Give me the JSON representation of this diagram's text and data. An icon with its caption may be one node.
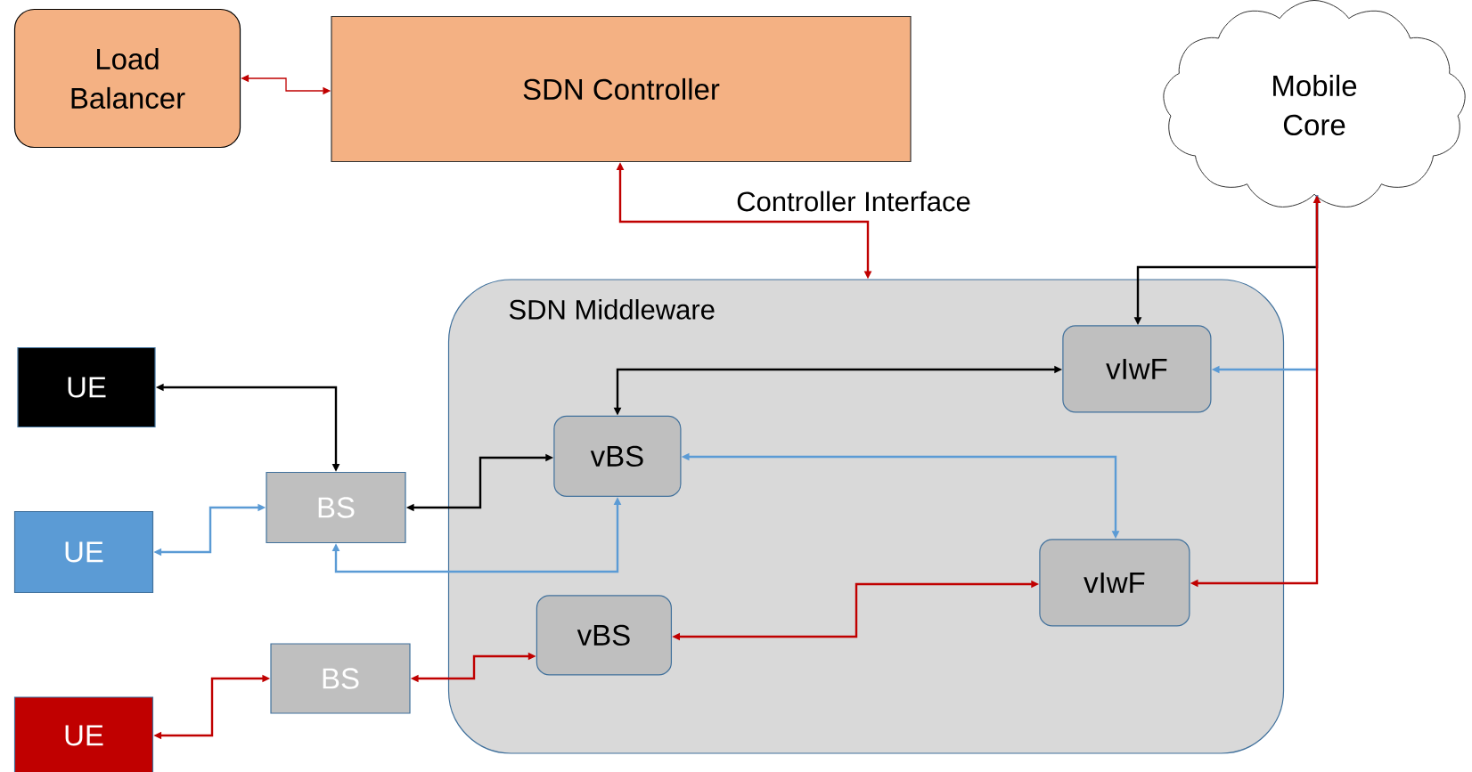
{
  "diagram": {
    "nodes": [
      {
        "text": [
          "Load Balancer"
        ]
      },
      {
        "text": [
          "SDN Controller"
        ]
      },
      {
        "text": [
          "Mobile Core"
        ]
      },
      {
        "text": [
          "SDN Middleware"
        ]
      },
      {
        "text": [
          "vIwF"
        ],
        "in": 3
      },
      {
        "text": [
          "UE"
        ]
      },
      {
        "text": [
          "vBS"
        ],
        "in": 3
      },
      {
        "text": [
          "BS"
        ]
      },
      {
        "text": [
          "UE"
        ]
      },
      {
        "text": [
          "vIwF"
        ],
        "in": 3
      },
      {
        "text": [
          "vBS"
        ],
        "in": 3
      },
      {
        "text": [
          "BS"
        ]
      },
      {
        "text": [
          "UE"
        ]
      }
    ],
    "edges": [
      {
        "from": 0,
        "to": 1,
        "arrow": "both"
      },
      {
        "from": 1,
        "to": 3,
        "arrow": "both",
        "label": "Controller Interface"
      },
      {
        "from": 5,
        "to": 7,
        "arrow": "both",
        "color": "#000000"
      },
      {
        "from": 7,
        "to": 6,
        "arrow": "both",
        "color": "#000000"
      },
      {
        "from": 6,
        "to": 4,
        "arrow": "both",
        "color": "#000000"
      },
      {
        "from": 8,
        "to": 7,
        "arrow": "both",
        "color": "#5b9bd5"
      },
      {
        "from": 7,
        "to": 6,
        "arrow": "both",
        "color": "#5b9bd5"
      },
      {
        "from": 6,
        "to": 9,
        "arrow": "both",
        "color": "#5b9bd5"
      },
      {
        "from": 12,
        "to": 11,
        "arrow": "both"
      },
      {
        "from": 11,
        "to": 10,
        "arrow": "both"
      },
      {
        "from": 10,
        "to": 9,
        "arrow": "both"
      },
      {
        "from": 2,
        "to": 9,
        "arrow": "both"
      },
      {
        "from": 2,
        "to": 4,
        "arrow": "to",
        "color": "#000000"
      },
      {
        "from": 2,
        "to": 4,
        "arrow": "to",
        "color": "#5b9bd5"
      }
    ]
  }
}
